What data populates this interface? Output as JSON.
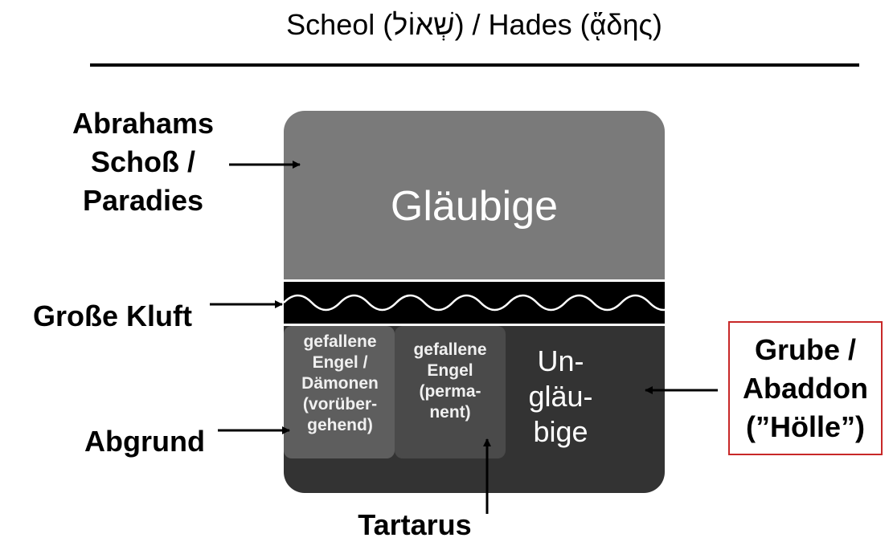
{
  "title": "Scheol (שְׁאוֹל) / Hades (ᾅδης)",
  "zones": {
    "upper": "Gläubige",
    "lower_text": [
      "Un-",
      "gläu-",
      "bige"
    ]
  },
  "compartments": {
    "daemonen": [
      "gefallene",
      "Engel /",
      "Dämonen",
      "(vorüber-",
      "gehend)"
    ],
    "tartarus": [
      "gefallene",
      "Engel",
      "(perma-",
      "nent)"
    ]
  },
  "labels": {
    "abrahams": [
      "Abrahams",
      "Schoß /",
      "Paradies"
    ],
    "kluft": "Große Kluft",
    "abgrund": "Abgrund",
    "tartarus": "Tartarus",
    "grube": [
      "Grube /",
      "Abaddon",
      "(”Hölle”)"
    ]
  },
  "colors": {
    "upper_zone": "#7a7a7a",
    "lower_zone": "#333333",
    "compartment_abgrund": "#5e5e5e",
    "compartment_tartarus": "#4a4a4a",
    "gulf": "#000000",
    "highlight_border": "#c82828"
  }
}
